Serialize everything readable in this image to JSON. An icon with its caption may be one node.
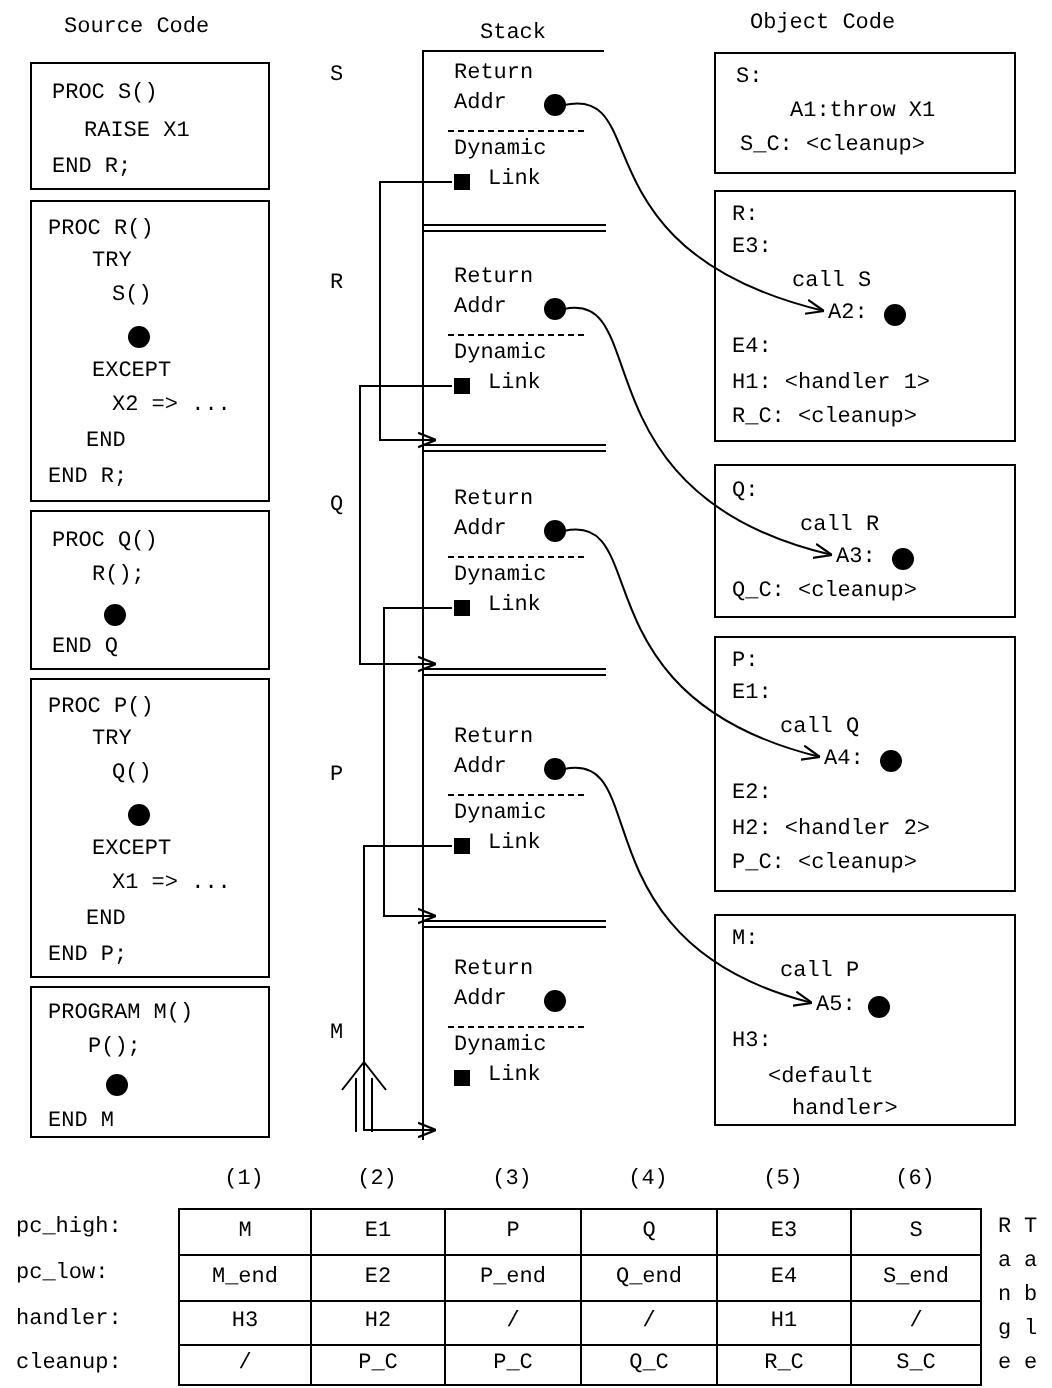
{
  "diagram": {
    "nodes": [
      {
        "text": [
          "PROC S()",
          "RAISE X1",
          "END R;"
        ]
      },
      {
        "text": [
          "PROC R()",
          "TRY",
          "S()",
          "EXCEPT",
          "X2 => ...",
          "END",
          "END R;"
        ]
      },
      {
        "text": [
          "PROC Q()",
          "R();",
          "END Q"
        ]
      },
      {
        "text": [
          "PROC P()",
          "TRY",
          "Q()",
          "EXCEPT",
          "X1 => ...",
          "END",
          "END P;"
        ]
      },
      {
        "text": [
          "PROGRAM M()",
          "P();",
          "END M"
        ]
      },
      {
        "text": [
          "Stack"
        ]
      },
      {
        "text": [
          "Return Addr",
          "Dynamic Link"
        ],
        "in": 5,
        "beside": [
          "S"
        ]
      },
      {
        "text": [
          "Return Addr",
          "Dynamic Link"
        ],
        "in": 5,
        "beside": [
          "R"
        ]
      },
      {
        "text": [
          "Return Addr",
          "Dynamic Link"
        ],
        "in": 5,
        "beside": [
          "Q"
        ]
      },
      {
        "text": [
          "Return Addr",
          "Dynamic Link"
        ],
        "in": 5,
        "beside": [
          "P"
        ]
      },
      {
        "text": [
          "Return Addr",
          "Dynamic Link"
        ],
        "in": 5,
        "beside": [
          "M"
        ]
      },
      {
        "text": [
          "S:",
          "A1:throw X1",
          "S_C: <cleanup>"
        ]
      },
      {
        "text": [
          "R:",
          "E3:",
          "call S",
          "A2:",
          "E4:",
          "H1: <handler 1>",
          "R_C: <cleanup>"
        ]
      },
      {
        "text": [
          "Q:",
          "call R",
          "A3:",
          "Q_C: <cleanup>"
        ]
      },
      {
        "text": [
          "P:",
          "E1:",
          "call Q",
          "A4:",
          "E2:",
          "H2: <handler 2>",
          "P_C: <cleanup>"
        ]
      },
      {
        "text": [
          "M:",
          "call P",
          "A5:",
          "H3:",
          "<default handler>"
        ]
      }
    ],
    "edges": [
      {
        "from": 6,
        "to": 12,
        "arrow": "to"
      },
      {
        "from": 7,
        "to": 13,
        "arrow": "to"
      },
      {
        "from": 8,
        "to": 14,
        "arrow": "to"
      },
      {
        "from": 9,
        "to": 15,
        "arrow": "to"
      },
      {
        "from": 6,
        "to": 7,
        "arrow": "to"
      },
      {
        "from": 7,
        "to": 8,
        "arrow": "to"
      },
      {
        "from": 8,
        "to": 9,
        "arrow": "to"
      },
      {
        "from": 9,
        "to": 10,
        "arrow": "to"
      }
    ],
    "labels": [
      "Source Code",
      "Object Code",
      "(1)",
      "(2)",
      "(3)",
      "(4)",
      "(5)",
      "(6)",
      "pc_high:",
      "M",
      "E1",
      "P",
      "Q",
      "E3",
      "S",
      "pc_low:",
      "M_end",
      "E2",
      "P_end",
      "Q_end",
      "E4",
      "S_end",
      "handler:",
      "H3",
      "H2",
      "/",
      "/",
      "H1",
      "/",
      "cleanup:",
      "/",
      "P_C",
      "P_C",
      "Q_C",
      "R_C",
      "S_C",
      "Range",
      "Table"
    ]
  }
}
